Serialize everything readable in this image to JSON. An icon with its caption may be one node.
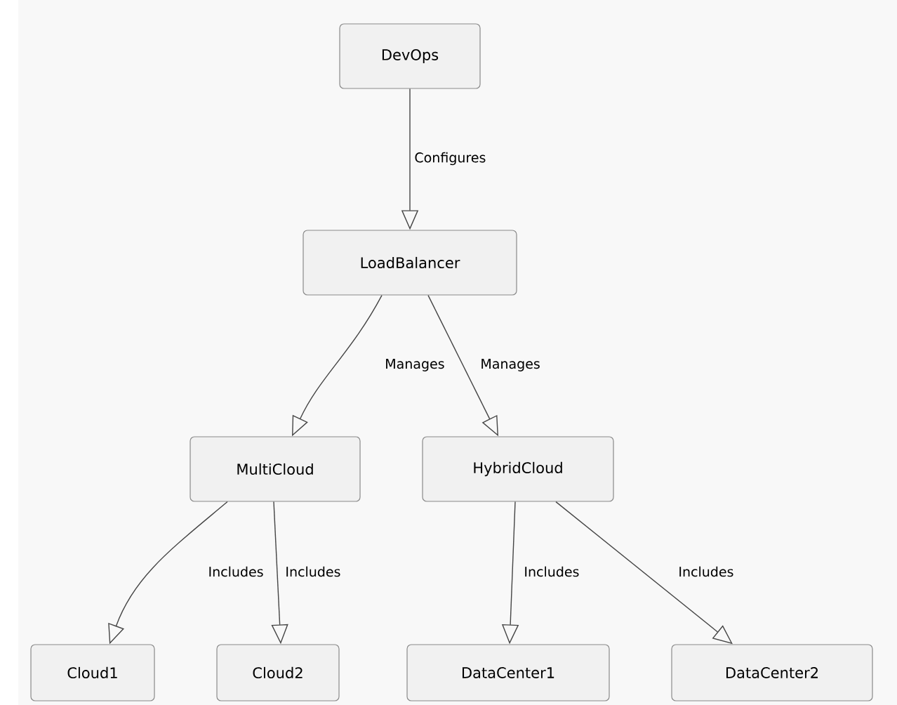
{
  "diagram": {
    "nodes": [
      {
        "text": [
          "DevOps"
        ]
      },
      {
        "text": [
          "LoadBalancer"
        ]
      },
      {
        "text": [
          "MultiCloud"
        ]
      },
      {
        "text": [
          "HybridCloud"
        ]
      },
      {
        "text": [
          "Cloud1"
        ]
      },
      {
        "text": [
          "Cloud2"
        ]
      },
      {
        "text": [
          "DataCenter1"
        ]
      },
      {
        "text": [
          "DataCenter2"
        ]
      }
    ],
    "edges": [
      {
        "from": 0,
        "to": 1,
        "arrow": "to",
        "label": "Configures"
      },
      {
        "from": 1,
        "to": 2,
        "arrow": "to",
        "label": "Manages"
      },
      {
        "from": 1,
        "to": 3,
        "arrow": "to",
        "label": "Manages"
      },
      {
        "from": 2,
        "to": 4,
        "arrow": "to",
        "label": "Includes"
      },
      {
        "from": 2,
        "to": 5,
        "arrow": "to",
        "label": "Includes"
      },
      {
        "from": 3,
        "to": 6,
        "arrow": "to",
        "label": "Includes"
      },
      {
        "from": 3,
        "to": 7,
        "arrow": "to",
        "label": "Includes"
      }
    ]
  }
}
